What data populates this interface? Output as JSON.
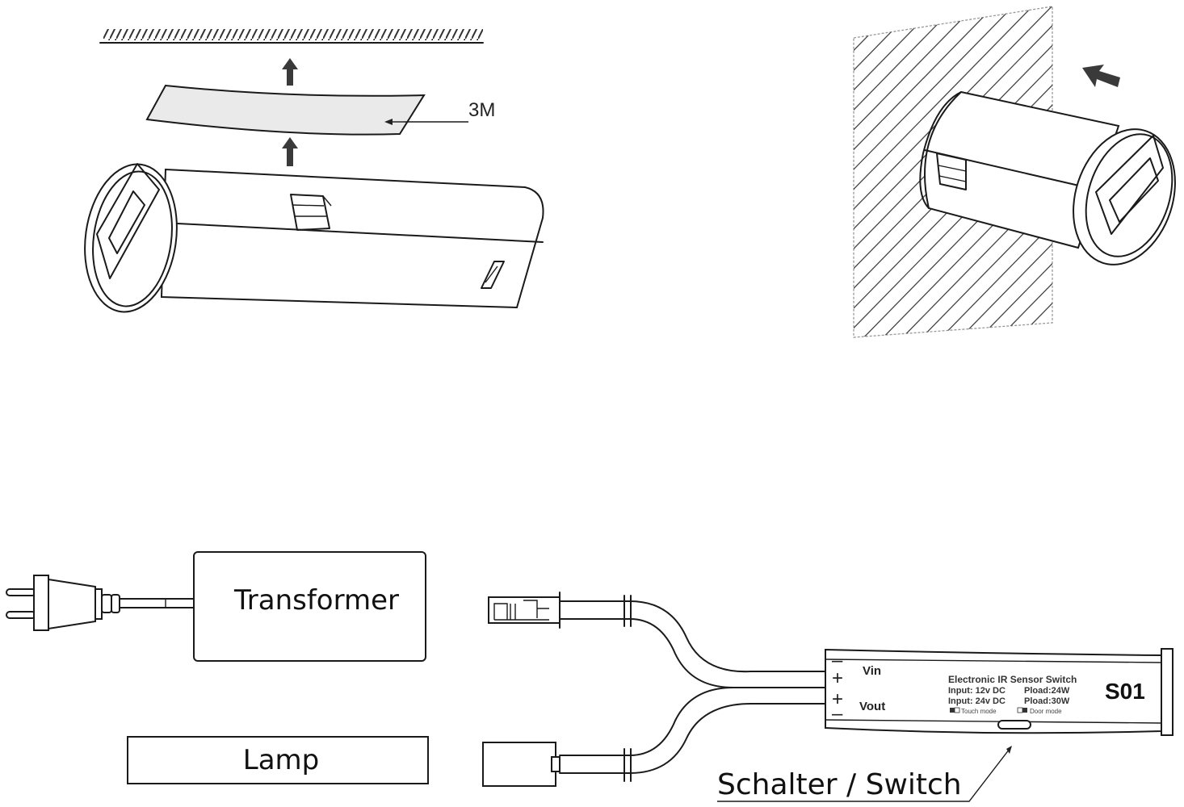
{
  "figure_1_ceiling_mount": {
    "tape_label": "3M",
    "arrows": [
      "arrow-up",
      "arrow-up"
    ]
  },
  "figure_2_wall_mount": {
    "arrow": "arrow-left-diagonal"
  },
  "wiring": {
    "transformer_label": "Transformer",
    "lamp_label": "Lamp",
    "switch": {
      "pin_minus_top": "–",
      "pin_plus_top": "+",
      "pin_plus_bottom": "+",
      "pin_minus_bottom": "–",
      "vin_label": "Vin",
      "vout_label": "Vout",
      "title": "Electronic IR Sensor Switch",
      "spec_line_1_input": "Input: 12v DC",
      "spec_line_1_load": "Pload:24W",
      "spec_line_2_input": "Input: 24v DC",
      "spec_line_2_load": "Pload:30W",
      "mode_touch": "Touch mode",
      "mode_door": "Door mode",
      "model": "S01"
    },
    "caption": "Schalter / Switch"
  }
}
